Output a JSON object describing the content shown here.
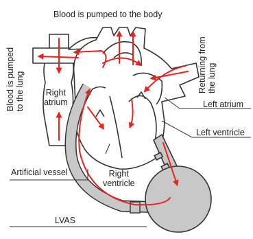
{
  "labels": {
    "body": "Blood is pumped to the body",
    "lung_line1": "Blood is pumped",
    "lung_line2": "to the lung",
    "returning_line1": "Returning from",
    "returning_line2": "the lung",
    "right_atrium_line1": "Right",
    "right_atrium_line2": "atrium",
    "left_atrium": "Left atrium",
    "left_ventricle": "Left ventricle",
    "artificial_vessel": "Artificial vessel",
    "right_ventricle_line1": "Right",
    "right_ventricle_line2": "ventricle",
    "lvas": "LVAS"
  },
  "colors": {
    "outline": "#333333",
    "arrow": "#e5231f",
    "device_fill": "#c8c8c8"
  }
}
